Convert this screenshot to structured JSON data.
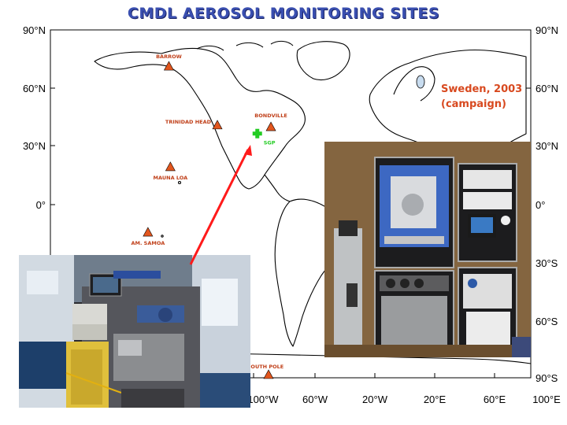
{
  "title": "CMDL AEROSOL MONITORING SITES",
  "axes": {
    "lat_labels": [
      "90°N",
      "60°N",
      "30°N",
      "0°",
      "30°S",
      "60°S",
      "90°S"
    ],
    "lon_labels": [
      "100°W",
      "60°W",
      "20°W",
      "20°E",
      "60°E",
      "100°E"
    ]
  },
  "sites": [
    {
      "name": "BARROW",
      "lon": -156.6,
      "lat": 71.3,
      "marker": "triangle"
    },
    {
      "name": "TRINIDAD HEAD",
      "lon": -124.2,
      "lat": 41.0,
      "marker": "triangle"
    },
    {
      "name": "BONDVILLE",
      "lon": -88.4,
      "lat": 40.1,
      "marker": "triangle"
    },
    {
      "name": "MAUNA LOA",
      "lon": -155.6,
      "lat": 19.5,
      "marker": "triangle"
    },
    {
      "name": "AM. SAMOA",
      "lon": -170.6,
      "lat": -14.2,
      "marker": "triangle"
    },
    {
      "name": "SOUTH POLE",
      "lon": -90.0,
      "lat": -90.0,
      "marker": "triangle"
    },
    {
      "name": "SGP",
      "lon": -97.5,
      "lat": 36.6,
      "marker": "cross"
    }
  ],
  "campaign": {
    "line1": "Sweden, 2003",
    "line2": "(campaign)"
  },
  "colors": {
    "title": "#3a4fb0",
    "site_marker": "#e2561e",
    "site_label": "#c0401a",
    "aircraft_marker": "#22cc22",
    "campaign_text": "#d8491f",
    "arrow": "#ff1a1a",
    "coast": "#000000"
  },
  "photos": [
    {
      "name": "aircraft-instrument-rack-photo"
    },
    {
      "name": "ground-station-instrument-racks-photo"
    }
  ]
}
